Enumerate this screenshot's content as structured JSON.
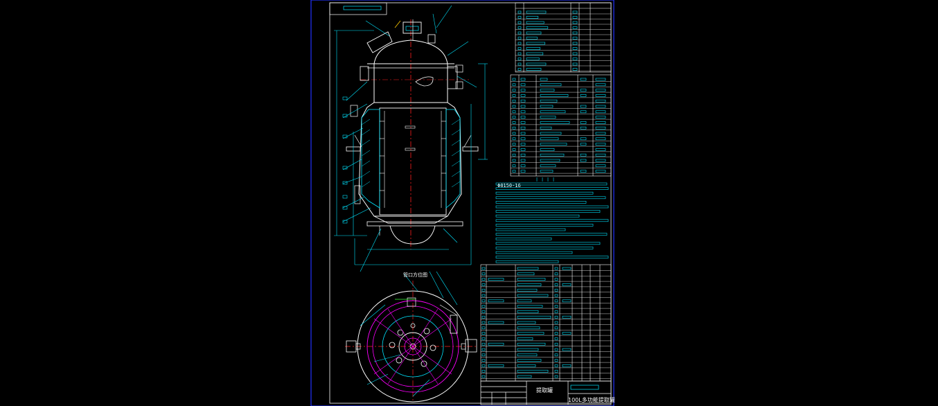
{
  "drawing": {
    "labels": {
      "top_view_caption": "管口方位图",
      "drawing_name": "100L多功能提取罐",
      "stamp_text": "提取罐",
      "note_tag": "Φ8150-16"
    },
    "colors": {
      "background": "#000000",
      "frame": "#1a1aff",
      "outline": "#ffffff",
      "dimension": "#00e5ff",
      "centerline": "#ff2020",
      "hatch": "#00e5ff",
      "magenta": "#ff00ff",
      "green": "#40ff40"
    }
  }
}
